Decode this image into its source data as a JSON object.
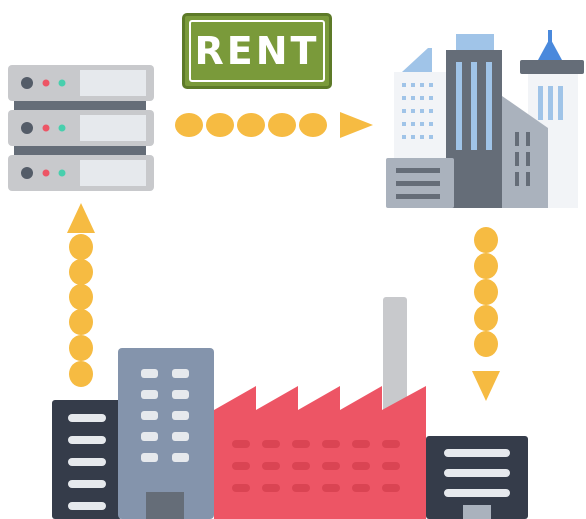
{
  "sign": {
    "label": "RENT"
  },
  "colors": {
    "arrow": "#f6bb42",
    "sign_bg": "#7a9a3a",
    "sign_border": "#5d7a28",
    "server_body": "#c8c9cc",
    "server_gap": "#656d78",
    "factory_red": "#ed5565",
    "factory_dark_red": "#da4453",
    "tower_blue_grey": "#8494ac",
    "dark_building": "#353c4a",
    "office_dark": "#656d78",
    "glass_blue": "#a0c4e8",
    "light_grey": "#e6e9ed"
  },
  "nodes": [
    {
      "id": "server",
      "icon": "server-rack-icon"
    },
    {
      "id": "office",
      "icon": "office-buildings-icon"
    },
    {
      "id": "factory",
      "icon": "industrial-skyline-icon"
    }
  ],
  "flows": [
    {
      "from": "server",
      "to": "office",
      "label_ref": "sign.label"
    },
    {
      "from": "office",
      "to": "factory"
    },
    {
      "from": "factory",
      "to": "server"
    }
  ]
}
